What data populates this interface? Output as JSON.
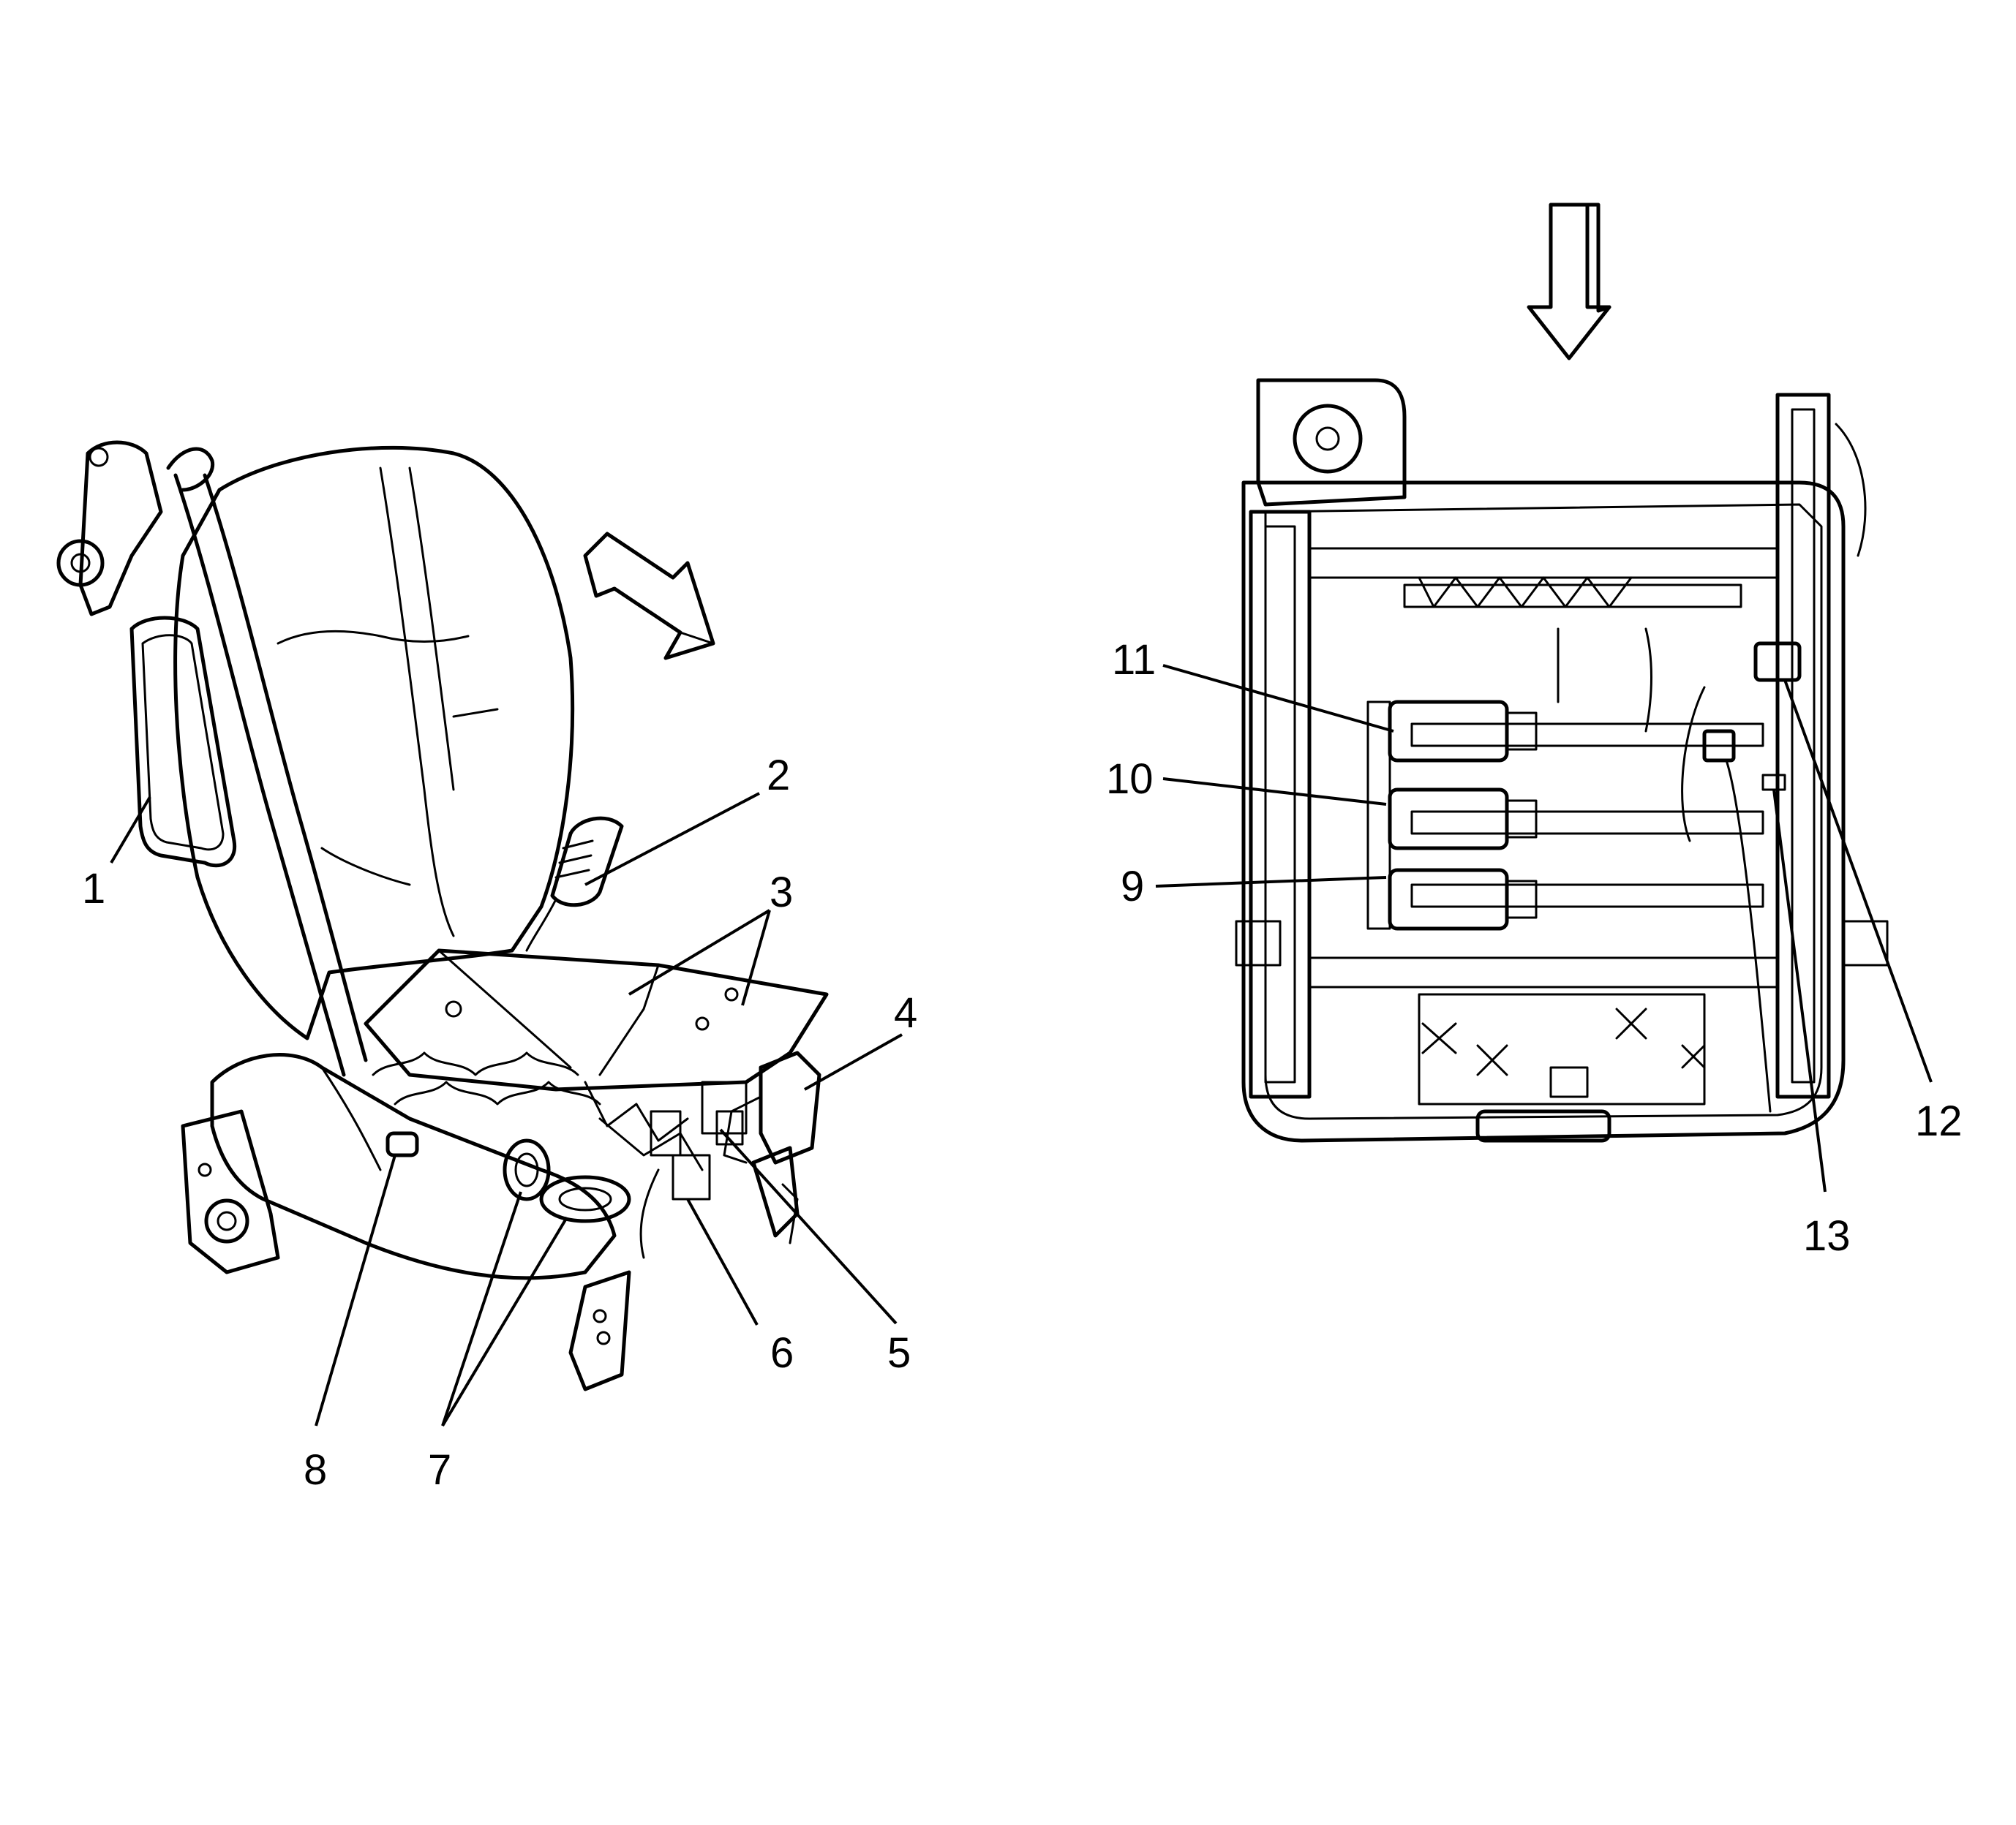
{
  "diagram": {
    "left_view": {
      "callouts": [
        {
          "id": "c1",
          "label": "1"
        },
        {
          "id": "c2",
          "label": "2"
        },
        {
          "id": "c3",
          "label": "3"
        },
        {
          "id": "c4",
          "label": "4"
        },
        {
          "id": "c5",
          "label": "5"
        },
        {
          "id": "c6",
          "label": "6"
        },
        {
          "id": "c7",
          "label": "7"
        },
        {
          "id": "c8",
          "label": "8"
        }
      ],
      "view_arrow_icon": "view-direction-arrow-icon"
    },
    "right_view": {
      "callouts": [
        {
          "id": "c9",
          "label": "9"
        },
        {
          "id": "c10",
          "label": "10"
        },
        {
          "id": "c11",
          "label": "11"
        },
        {
          "id": "c12",
          "label": "12"
        },
        {
          "id": "c13",
          "label": "13"
        }
      ],
      "view_arrow_icon": "down-arrow-icon"
    },
    "colors": {
      "line": "#000000",
      "background": "#ffffff"
    }
  }
}
